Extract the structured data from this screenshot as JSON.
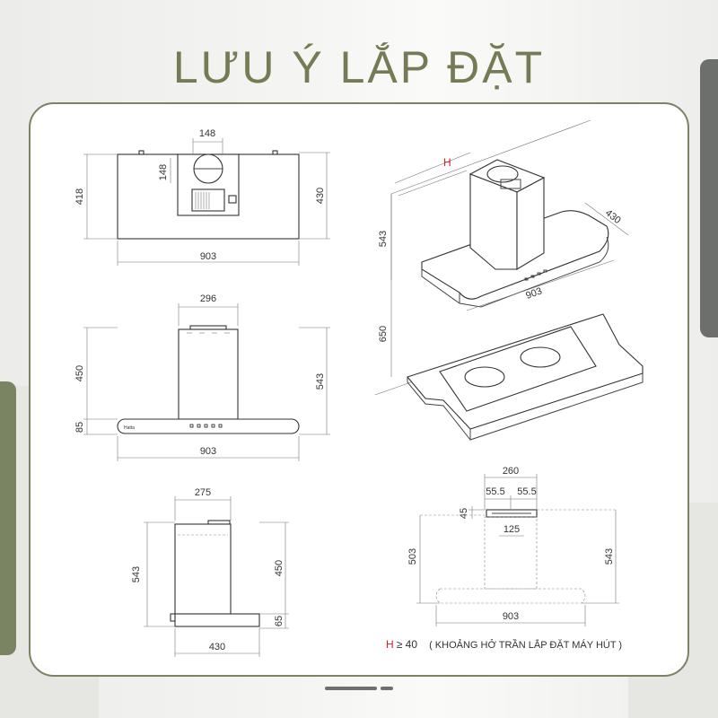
{
  "title": "LƯU Ý LẮP ĐẶT",
  "colors": {
    "accent": "#7a8463",
    "highlight": "#d0212a",
    "line": "#444444"
  },
  "top_view": {
    "d1": "148",
    "d2": "148",
    "d3": "418",
    "d4": "430",
    "d5": "903"
  },
  "front_view": {
    "d1": "296",
    "d2": "450",
    "d3": "85",
    "d4": "543",
    "d5": "903",
    "panel_text": "Hatta"
  },
  "side_view": {
    "d1": "275",
    "d2": "543",
    "d3": "450",
    "d4": "65",
    "d5": "430"
  },
  "iso_view": {
    "h_label": "H",
    "d1": "543",
    "d2": "650",
    "d3": "430",
    "d4": "903"
  },
  "back_view": {
    "d1": "260",
    "d2": "55.5",
    "d3": "55.5",
    "d4": "45",
    "d5": "125",
    "d6": "503",
    "d7": "543",
    "d8": "903"
  },
  "note": {
    "h": "H",
    "value": "≥ 40",
    "text": "( KHOẢNG HỞ TRẦN LẮP ĐẶT MÁY HÚT )"
  }
}
